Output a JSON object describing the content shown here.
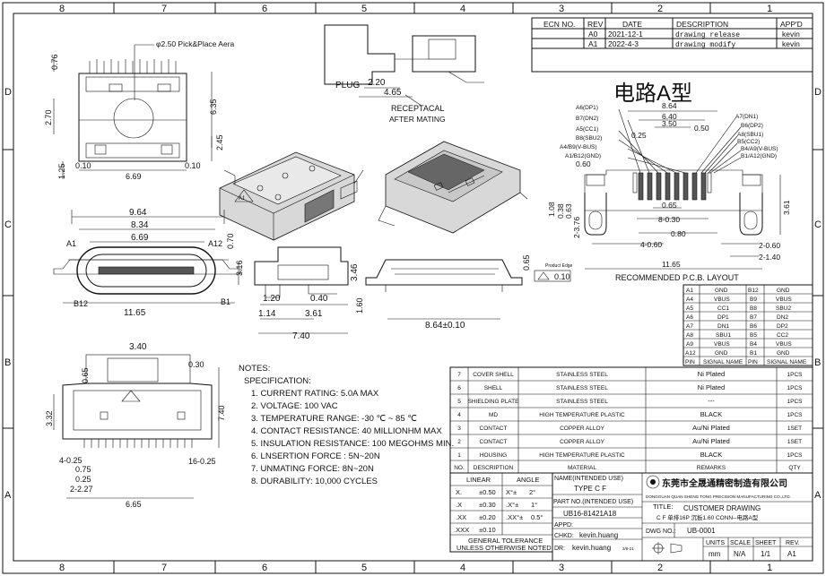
{
  "border": {
    "cols": [
      "8",
      "7",
      "6",
      "5",
      "4",
      "3",
      "2",
      "1"
    ],
    "rows": [
      "D",
      "C",
      "B",
      "A"
    ]
  },
  "revision": {
    "headers": [
      "ECN NO.",
      "REV",
      "DATE",
      "DESCRIPTION",
      "APP'D"
    ],
    "rows": [
      {
        "ecn": "",
        "rev": "A0",
        "date": "2021-12-1",
        "desc": "drawing release",
        "app": "kevin"
      },
      {
        "ecn": "",
        "rev": "A1",
        "date": "2022-4-3",
        "desc": "drawing modify",
        "app": "kevin"
      }
    ]
  },
  "title_cn": "电路A型",
  "views": {
    "top": {
      "pick": "φ2.50 Pick&Place Aera",
      "dims": [
        "0.76",
        "2.70",
        "6.35",
        "2.45",
        "1.25",
        "0.10",
        "6.69",
        "0.10"
      ]
    },
    "side_top": {
      "plug": "PLUG",
      "dims": [
        "2.20",
        "4.65"
      ],
      "receptacal": "RECEPTACAL",
      "after": "AFTER MATING"
    },
    "front": {
      "dims": [
        "9.64",
        "8.34",
        "6.69",
        "0.70",
        "11.65"
      ],
      "labels": [
        "A1",
        "A12",
        "B12",
        "B1"
      ]
    },
    "side": {
      "dims": [
        "3.16",
        "3.46",
        "1.20",
        "0.40",
        "1.14",
        "3.61",
        "7.40",
        "1.60"
      ]
    },
    "end": {
      "dims": [
        "8.64±0.10",
        "0.65"
      ],
      "edge": "Product Edge",
      "flat": "0.10"
    },
    "bottom": {
      "dims": [
        "3.40",
        "0.30",
        "0.65",
        "3.32",
        "7.40",
        "4-0.25",
        "16-0.25",
        "0.75",
        "0.25",
        "2-2.27",
        "6.65"
      ]
    },
    "pcb": {
      "left_labels": [
        "A6(DP1)",
        "B7(DN2)",
        "A5(CC1)",
        "B8(SBU2)",
        "A4/B9(V-BUS)",
        "A1/B12(GND)"
      ],
      "right_labels": [
        "A7(DN1)",
        "B6(DP2)",
        "A8(SBU1)",
        "B5(CC2)",
        "B4/A9(V-BUS)",
        "B1/A12(GND)"
      ],
      "dims": [
        "8.64",
        "6.40",
        "3.50",
        "0.50",
        "0.25",
        "0.60",
        "0.65",
        "8-0.30",
        "0.80",
        "4-0.60",
        "2-0.60",
        "2-1.40",
        "11.65",
        "1.08",
        "0.38",
        "0.63",
        "2-3.76",
        "3.61"
      ],
      "caption": "RECOMMENDED  P.C.B. LAYOUT"
    }
  },
  "notes": {
    "title": "NOTES:",
    "spec": "SPECIFICATION:",
    "items": [
      "1. CURRENT RATING: 5.0A MAX",
      "2. VOLTAGE: 100 VAC",
      "3. TEMPERATURE RANGE: -30 ℃ ~ 85 ℃",
      "4. CONTACT RESISTANCE: 40 MILLIONHM MAX",
      "5. INSULATION RESISTANCE: 100 MEGOHMS MIN.",
      "6. LNSERTION  FORCE : 5N~20N",
      "7. UNMATING  FORCE: 8N~20N",
      "8. DURABILITY:   10,000 CYCLES"
    ]
  },
  "pin_table": {
    "headers": [
      "PIN",
      "SIGNAL NAME",
      "PIN",
      "SIGNAL NAME"
    ],
    "rows": [
      [
        "A1",
        "GND",
        "B12",
        "GND"
      ],
      [
        "A4",
        "VBUS",
        "B9",
        "VBUS"
      ],
      [
        "A5",
        "CC1",
        "B8",
        "SBU2"
      ],
      [
        "A6",
        "DP1",
        "B7",
        "DN2"
      ],
      [
        "A7",
        "DN1",
        "B6",
        "DP2"
      ],
      [
        "A8",
        "SBU1",
        "B5",
        "CC2"
      ],
      [
        "A9",
        "VBUS",
        "B4",
        "VBUS"
      ],
      [
        "A12",
        "GND",
        "B1",
        "GND"
      ]
    ]
  },
  "bom": {
    "headers": [
      "NO.",
      "DESCRIPTION",
      "MATERIAL",
      "REMARKS",
      "QTY"
    ],
    "rows": [
      [
        "7",
        "COVER SHELL",
        "STAINLESS STEEL",
        "Ni Plated",
        "1PCS"
      ],
      [
        "6",
        "SHELL",
        "STAINLESS STEEL",
        "Ni Plated",
        "1PCS"
      ],
      [
        "5",
        "SHIELDING PLATE",
        "STAINLESS STEEL",
        "---",
        "1PCS"
      ],
      [
        "4",
        "MD",
        "HIGH TEMPERATURE PLASTIC",
        "BLACK",
        "1PCS"
      ],
      [
        "3",
        "CONTACT",
        "COPPER ALLOY",
        "Au/Ni Plated",
        "1SET"
      ],
      [
        "2",
        "CONTACT",
        "COPPER ALLOY",
        "Au/Ni Plated",
        "1SET"
      ],
      [
        "1",
        "HOUSING",
        "HIGH TEMPERATURE PLASTIC",
        "BLACK",
        "1PCS"
      ]
    ]
  },
  "tolerance": {
    "headers": [
      "LINEAR",
      "ANGLE"
    ],
    "rows": [
      [
        "X.",
        "±0.50",
        "X°±",
        "2°"
      ],
      [
        ".X",
        "±0.30",
        ".X°±",
        "1°"
      ],
      [
        ".XX",
        "±0.20",
        ".XX°±",
        "0.5°"
      ],
      [
        ".XXX",
        "±0.10",
        "",
        ""
      ]
    ],
    "footer": [
      "GENERAL TOLERANCE",
      "UNLESS OTHERWISE NOTED"
    ]
  },
  "title_block": {
    "name_label": "NAME(INTENDED USE)",
    "name_value": "TYPE  C  F",
    "part_label": "PART NO.(INTENDED USE)",
    "part_value": "UB16-81421A18",
    "appd": "APPD:",
    "chkd_label": "CHKD:",
    "chkd_value": "kevin.huang",
    "dr_label": "DR:",
    "dr_value": "kevin.huang",
    "dr_date": "3/8-21",
    "company_cn": "东莞市全晟通精密制造有限公司",
    "company_en": "DONGGUAN QUAN SHENG TONG PRECISION MANUFACTURING CO.,LTD.",
    "title_label": "TITLE:",
    "title_value": "CUSTOMER  DRAWING",
    "title_sub": "C F 单排16P 沉板1.60  CONN--电路A型",
    "dwg_label": "DWG NO.:",
    "dwg_value": "UB-0001",
    "units_label": "UNITS",
    "units_value": "mm",
    "scale_label": "SCALE",
    "scale_value": "N/A",
    "sheet_label": "SHEET",
    "sheet_value": "1/1",
    "rev_label": "REV.",
    "rev_value": "A1"
  }
}
